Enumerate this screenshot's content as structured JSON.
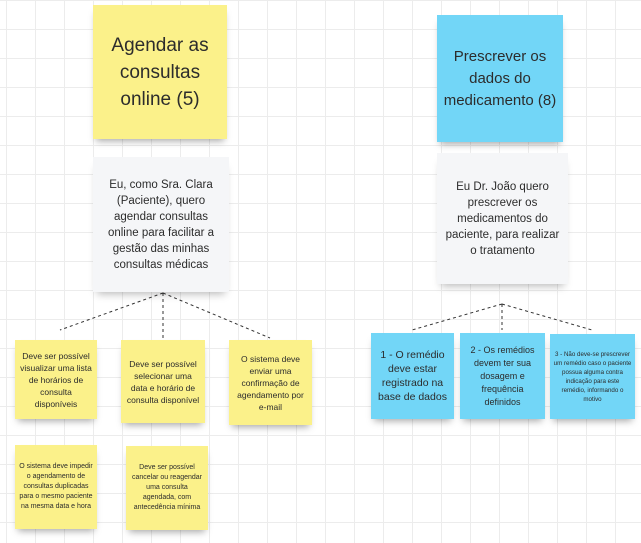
{
  "board": {
    "epic_agendar": "Agendar as consultas online (5)",
    "epic_prescrever": "Prescrever os dados do medicamento (8)",
    "story_clara": "Eu, como Sra. Clara (Paciente), quero agendar consultas online para facilitar a gestão das minhas consultas médicas",
    "story_joao": "Eu Dr. João quero prescrever os medicamentos do paciente, para realizar o tratamento",
    "agendar_criteria": [
      "Deve ser possível visualizar uma lista de horários de consulta disponíveis",
      "Deve ser possível selecionar uma data e horário de consulta disponível",
      "O sistema deve enviar uma confirmação de agendamento por e-mail",
      "O sistema deve impedir o agendamento de consultas duplicadas para o mesmo paciente na mesma data e hora",
      "Deve ser possível cancelar ou reagendar uma consulta agendada, com antecedência mínima"
    ],
    "prescrever_criteria": [
      "1 - O remédio deve estar registrado na base de dados",
      "2 - Os remédios devem ter sua dosagem e frequência definidos",
      "3 - Não deve-se prescrever um remédio caso o paciente possua alguma contra indicação para este remédio, informando o motivo"
    ]
  },
  "colors": {
    "yellow_note": "#fbf18a",
    "blue_note": "#72d6f7",
    "white_note": "#f5f6f8",
    "grid": "#ececec"
  }
}
